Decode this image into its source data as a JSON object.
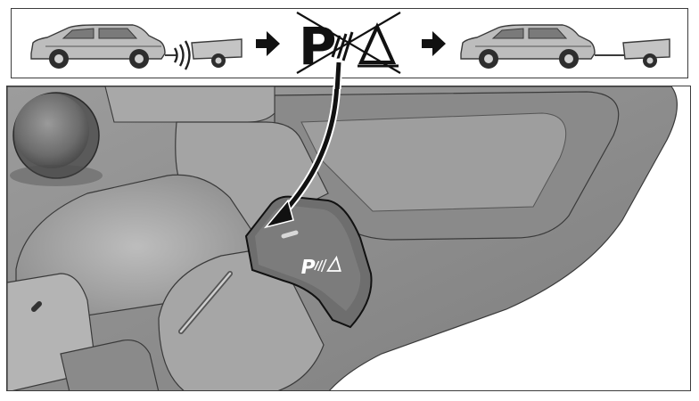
{
  "manual": {
    "steps_sequence": [
      "car-with-trailer-sensing",
      "parking-assist-off",
      "car-with-trailer-attached"
    ],
    "button_symbol_text": "P",
    "callout_symbol_text": "P"
  }
}
